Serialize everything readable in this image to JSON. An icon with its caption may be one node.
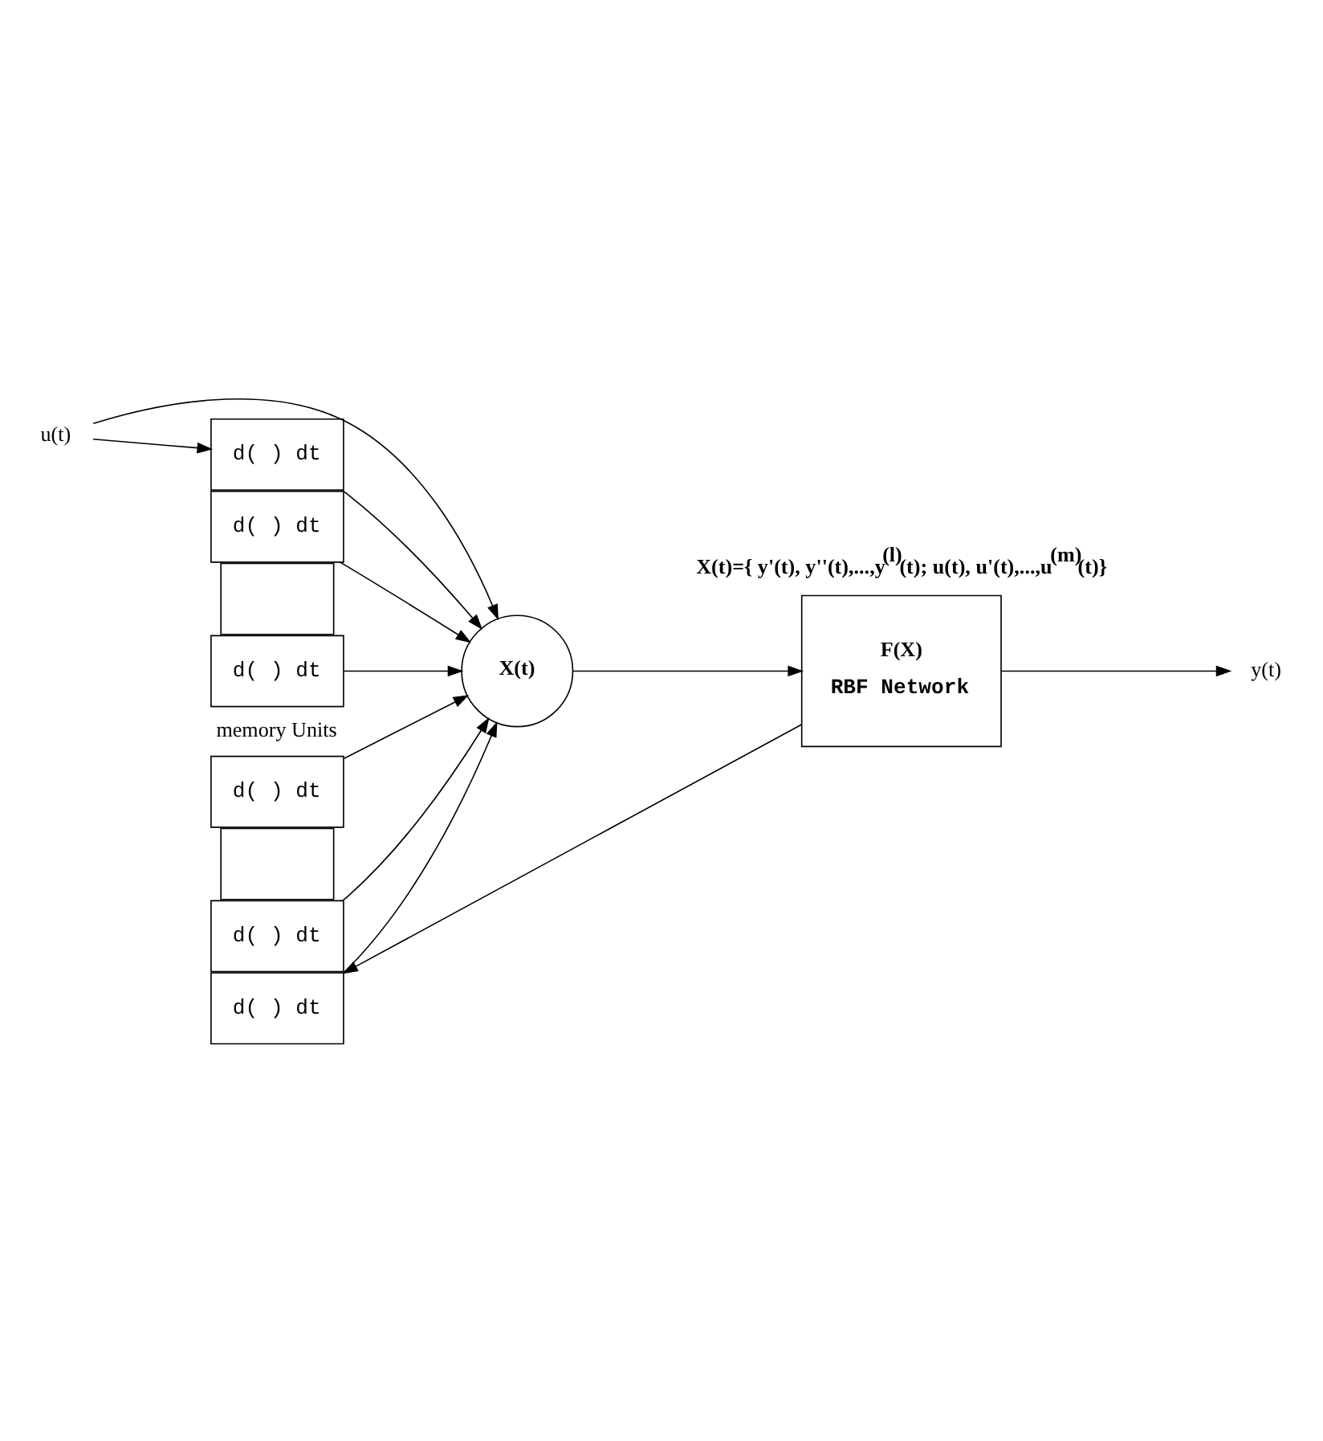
{
  "diagram": {
    "nodes": [
      {
        "text": [
          "u(t)"
        ]
      },
      {
        "text": [
          "d( ) dt"
        ]
      },
      {
        "text": [
          "d( ) dt"
        ]
      },
      {
        "text": [],
        "shape": "box"
      },
      {
        "text": [
          "d( ) dt"
        ]
      },
      {
        "text": [
          "d( ) dt"
        ]
      },
      {
        "text": [],
        "shape": "box"
      },
      {
        "text": [
          "d( ) dt"
        ]
      },
      {
        "text": [
          "d( ) dt"
        ]
      },
      {
        "text": [
          "X(t)"
        ]
      },
      {
        "text": [
          "F(X)",
          "RBF Network"
        ]
      },
      {
        "text": [
          "y(t)"
        ]
      }
    ],
    "edges": [
      {
        "from": 0,
        "to": 1,
        "arrow": "to"
      },
      {
        "from": 0,
        "to": 9,
        "arrow": "to"
      },
      {
        "from": 1,
        "to": 9,
        "arrow": "to"
      },
      {
        "from": 2,
        "to": 9,
        "arrow": "to"
      },
      {
        "from": 4,
        "to": 9,
        "arrow": "to"
      },
      {
        "from": 5,
        "to": 9,
        "arrow": "to"
      },
      {
        "from": 7,
        "to": 9,
        "arrow": "to"
      },
      {
        "from": 8,
        "to": 9,
        "arrow": "to"
      },
      {
        "from": 9,
        "to": 10,
        "arrow": "to"
      },
      {
        "from": 10,
        "to": 11,
        "arrow": "to"
      },
      {
        "from": 10,
        "to": 8,
        "arrow": "to"
      }
    ],
    "labels": [
      "X(t)={ y'(t), y''(t),...,y$^{(l)}$(t); u(t), u'(t),...,u$^{(m)}$(t)}",
      "memory Units"
    ]
  }
}
